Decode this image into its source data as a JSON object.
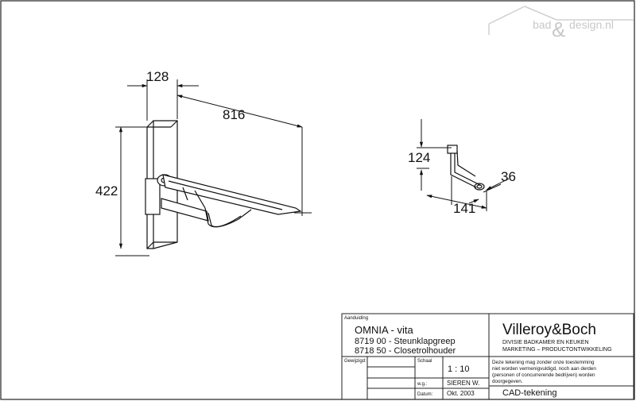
{
  "watermark": {
    "left": "bad",
    "amp": "&",
    "right": "design.nl"
  },
  "dimensions": {
    "bar_width": "128",
    "projection": "816",
    "height": "422",
    "holder_height": "124",
    "holder_depth": "36",
    "holder_length": "141"
  },
  "title_block": {
    "aanduiding_label": "Aanduiding",
    "product_title": "OMNIA - vita",
    "item1": "8719 00 - Steunklapgreep",
    "item2": "8718 50 - Closetrolhouder",
    "brand": "Villeroy&Boch",
    "division": "DIVISIE BADKAMER EN KEUKEN",
    "department": "MARKETING – PRODUCTONTWIKKELING",
    "gewijzigd_label": "Gewijzigd:",
    "schaal_label": "Schaal",
    "scale": "1 : 10",
    "wg_label": "w.g.:",
    "author": "SIEREN W.",
    "datum_label": "Datum:",
    "date": "Okt. 2003",
    "notice_line1": "Deze tekening mag zonder onze toestemming",
    "notice_line2": "niet worden vermenigvuldigd, noch aan derden",
    "notice_line3": "(personen of concurrerende bedrijven) worden",
    "notice_line4": "doorgegeven.",
    "drawing_type": "CAD-tekening"
  }
}
